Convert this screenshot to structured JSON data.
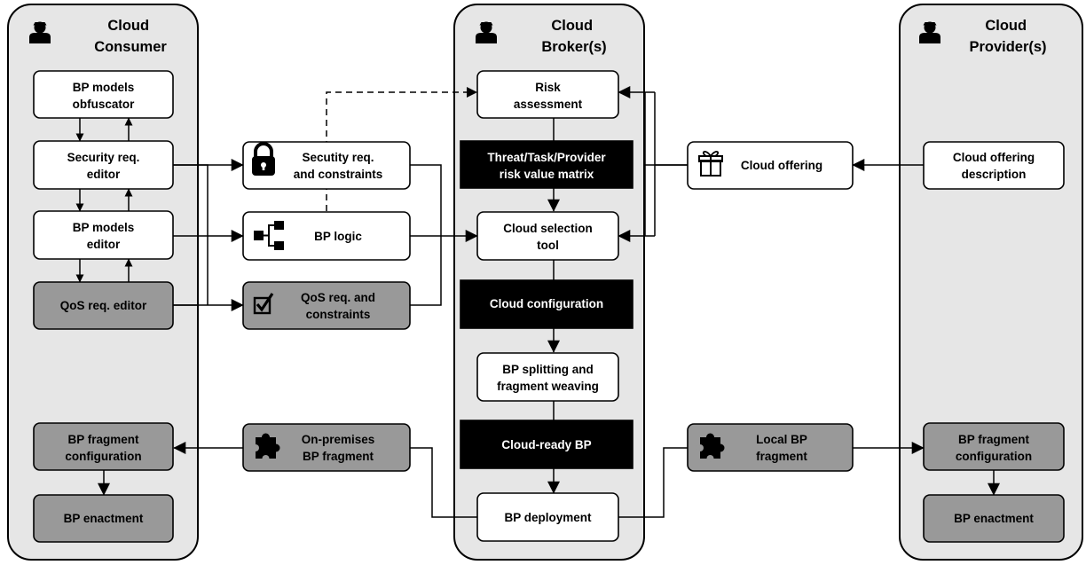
{
  "lanes": {
    "consumer": [
      "Cloud",
      "Consumer"
    ],
    "broker": [
      "Cloud",
      "Broker(s)"
    ],
    "provider": [
      "Cloud",
      "Provider(s)"
    ]
  },
  "consumer": {
    "obfuscator": [
      "BP models",
      "obfuscator"
    ],
    "security_editor": [
      "Security req.",
      "editor"
    ],
    "models_editor": [
      "BP models",
      "editor"
    ],
    "qos_editor": [
      "QoS req. editor"
    ],
    "fragment_config": [
      "BP fragment",
      "configuration"
    ],
    "enactment": [
      "BP enactment"
    ]
  },
  "middle_left": {
    "security_constraints": [
      "Secutity req.",
      "and constraints"
    ],
    "bp_logic": [
      "BP logic"
    ],
    "qos_constraints": [
      "QoS req. and",
      "constraints"
    ],
    "on_premises_fragment": [
      "On-premises",
      "BP fragment"
    ]
  },
  "broker": {
    "risk_assessment": [
      "Risk",
      "assessment"
    ],
    "risk_matrix": [
      "Threat/Task/Provider",
      "risk value matrix"
    ],
    "selection_tool": [
      "Cloud selection",
      "tool"
    ],
    "cloud_configuration": [
      "Cloud configuration"
    ],
    "splitting": [
      "BP splitting and",
      "fragment weaving"
    ],
    "cloud_ready": [
      "Cloud-ready BP"
    ],
    "deployment": [
      "BP deployment"
    ]
  },
  "middle_right": {
    "cloud_offering": [
      "Cloud offering"
    ],
    "local_fragment": [
      "Local BP",
      "fragment"
    ]
  },
  "provider": {
    "offering_description": [
      "Cloud offering",
      "description"
    ],
    "fragment_config": [
      "BP fragment",
      "configuration"
    ],
    "enactment": [
      "BP enactment"
    ]
  },
  "icons": {
    "lane": "user-icon",
    "security": "padlock-icon",
    "logic": "process-branch-icon",
    "qos": "checkbox-icon",
    "fragment": "puzzle-piece-icon",
    "offering": "gift-icon"
  }
}
